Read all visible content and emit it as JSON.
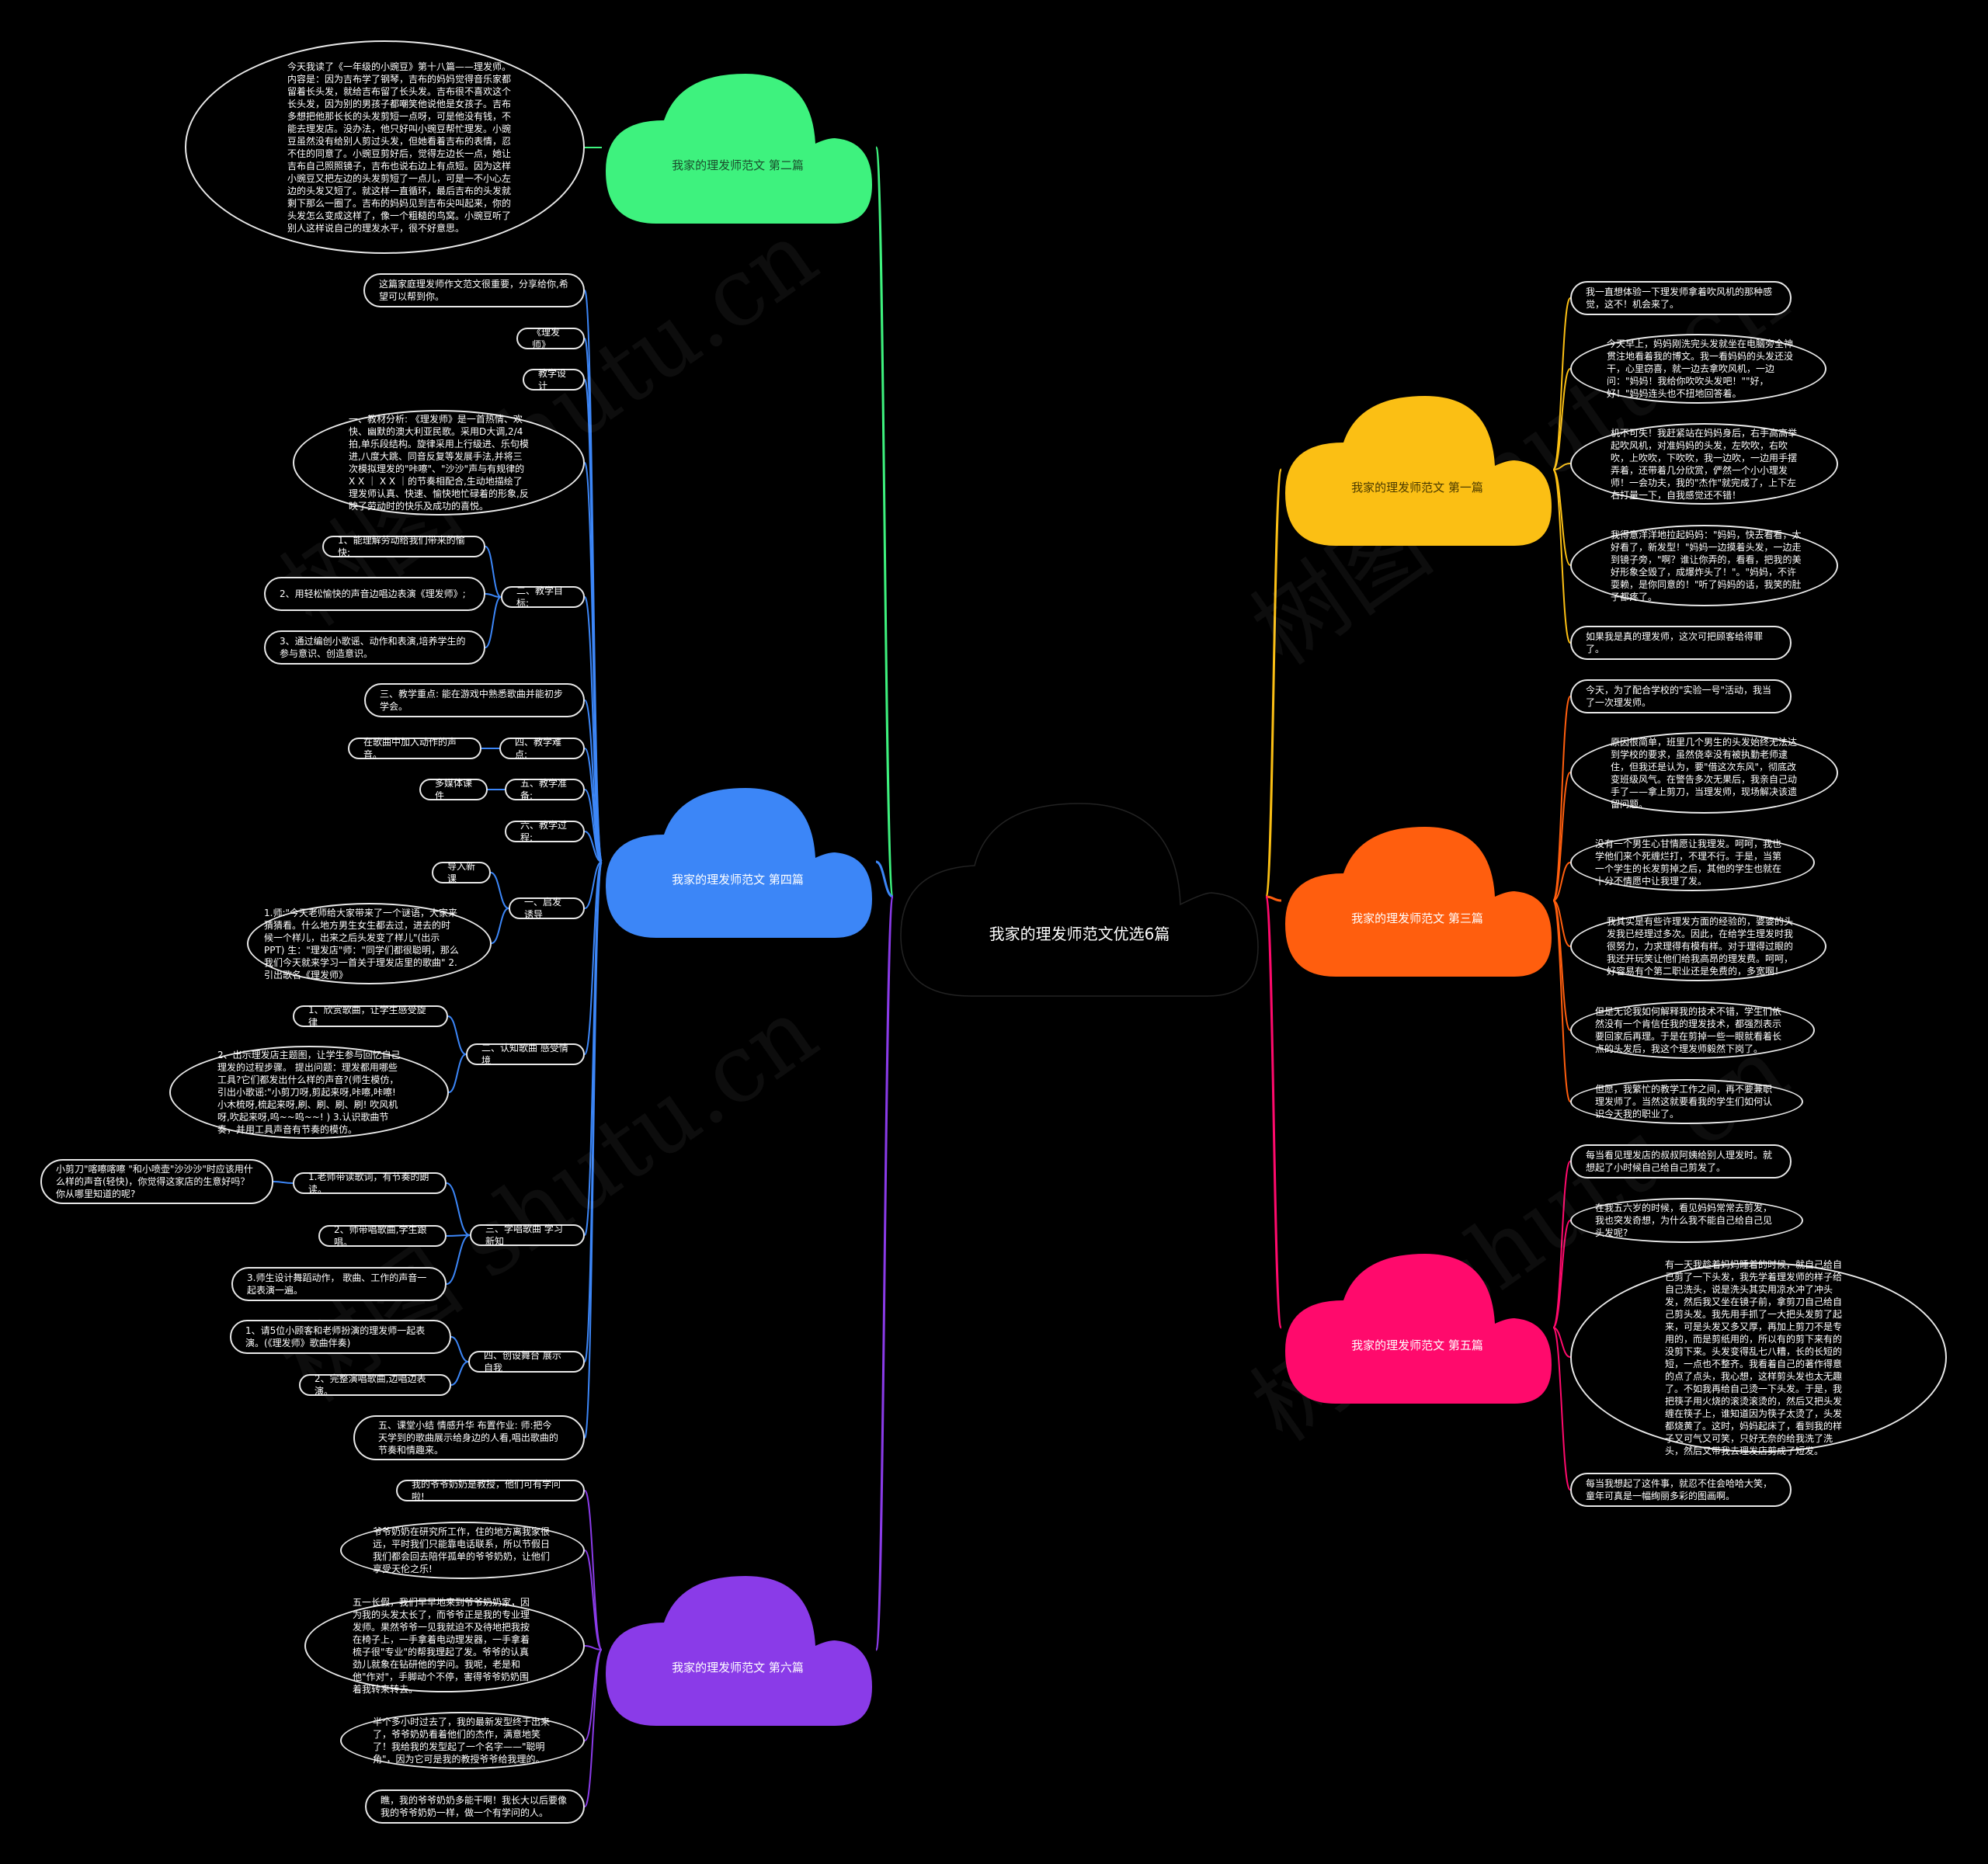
{
  "title": "我家的理发师范文优选6篇",
  "watermark": "树图 shutu.cn",
  "colors": {
    "background": "#000000",
    "branch1": "#fbbf14",
    "branch2": "#3ef27e",
    "branch3": "#ff5e0e",
    "branch4": "#3c86f7",
    "branch5": "#ff0a6c",
    "branch6": "#8a3be8",
    "node_border": "#e8e8e8"
  },
  "branches": {
    "b1": {
      "label": "我家的理发师范文 第一篇",
      "items": [
        "我一直想体验一下理发师拿着吹风机的那种感觉，这不！机会来了。",
        "今天早上，妈妈刚洗完头发就坐在电脑旁全神贯注地看着我的博文。我一看妈妈的头发还没干，心里窃喜，就一边去拿吹风机，一边问：\"妈妈！我给你吹吹头发吧！\"\"好，好！\"妈妈连头也不扭地回答着。",
        "机不可失！我赶紧站在妈妈身后，右手高高举起吹风机，对准妈妈的头发，左吹吹，右吹吹，上吹吹，下吹吹，我一边吹，一边用手摆弄着，还带着几分欣赏，俨然一个小小理发师！一会功夫，我的\"杰作\"就完成了，上下左右打量一下，自我感觉还不错！",
        "我得意洋洋地拉起妈妈：\"妈妈，快去看看，太好看了，新发型！\"妈妈一边摸着头发，一边走到镜子旁，\"啊？谁让你弄的，看看，把我的美好形象全毁了，成爆炸头了！\"。\"妈妈，不许耍赖，是你同意的！\"听了妈妈的话，我笑的肚子都疼了。",
        "如果我是真的理发师，这次可把顾客给得罪了。"
      ]
    },
    "b2": {
      "label": "我家的理发师范文 第二篇",
      "items": [
        "今天我读了《一年级的小豌豆》第十八篇——理发师。内容是：因为吉布学了钢琴，吉布的妈妈觉得音乐家都留着长头发，就给吉布留了长头发。吉布很不喜欢这个长头发，因为别的男孩子都嘲笑他说他是女孩子。吉布多想把他那长长的头发剪短一点呀，可是他没有钱，不能去理发店。没办法，他只好叫小豌豆帮忙理发。小豌豆虽然没有给别人剪过头发，但她看着吉布的表情，忍不住的同意了。小豌豆剪好后，觉得左边长一点，她让吉布自己照照镜子，吉布也说右边上有点短。因为这样小豌豆又把左边的头发剪短了一点儿，可是一不小心左边的头发又短了。就这样一直循环，最后吉布的头发就剩下那么一圈了。吉布的妈妈见到吉布尖叫起来，你的头发怎么变成这样了，像一个粗糙的鸟窝。小豌豆听了别人这样说自己的理发水平，很不好意思。"
      ]
    },
    "b3": {
      "label": "我家的理发师范文 第三篇",
      "items": [
        "今天，为了配合学校的\"实验一号\"活动，我当了一次理发师。",
        "原因很简单，班里几个男生的头发始终无法达到学校的要求，虽然侥幸没有被执勤老师逮住，但我还是认为，要\"借这次东风\"，彻底改变班级风气。在警告多次无果后，我亲自己动手了——拿上剪刀，当理发师，现场解决该遗留问题。",
        "没有一个男生心甘情愿让我理发。呵呵，我也学他们来个死缠烂打，不理不行。于是，当第一个学生的长发剪掉之后，其他的学生也就在十分不情愿中让我理了发。",
        "我其实是有些许理发方面的经验的，婆婆的头发我已经理过多次。因此，在给学生理发时我很努力，力求理得有模有样。对于理得过眼的我还开玩笑让他们给我高昂的理发费。呵呵，好容易有个第二职业还是免费的，多宽啊！",
        "但是无论我如何解释我的技术不错，学生们依然没有一个肯信任我的理发技术，都强烈表示要回家后再理。于是在剪掉一些一眼就看着长点的头发后，我这个理发师毅然下岗了。",
        "但愿，我繁忙的教学工作之间，再不要兼职理发师了。当然这就要看我的学生们如何认识今天我的职业了。"
      ]
    },
    "b4": {
      "label": "我家的理发师范文 第四篇",
      "intro": "这篇家庭理发师作文范文很重要，分享给你,希望可以帮到你。",
      "song": "《理发师》",
      "design": "教学设计",
      "analysis": "一、教材分析: 《理发师》是一首热情、欢快、幽默的澳大利亚民歌。采用D大调,2/4拍,单乐段结构。旋律采用上行级进、乐句模进,八度大跳、同音反复等发展手法,并将三次模拟理发的\"咔嚓\"、\"沙沙\"声与有规律的X X ｜ X X ｜的节奏相配合,生动地描绘了理发师认真、快速、愉快地忙碌着的形象,反映了劳动时的快乐及成功的喜悦。",
      "goals": {
        "label": "二、教学目标:",
        "items": [
          "1、能理解劳动给我们带来的愉快;",
          "2、用轻松愉快的声音边唱边表演《理发师》;",
          "3、通过编创小歌谣、动作和表演,培养学生的参与意识、创造意识。"
        ]
      },
      "keypoint": "三、教学重点: 能在游戏中熟悉歌曲并能初步学会。",
      "difficulty": {
        "label": "四、教学难点:",
        "item": "在歌曲中加入动作的声音。"
      },
      "prep": {
        "label": "五、教学准备:",
        "item": "多媒体课件"
      },
      "process": "六、教学过程:",
      "step1": {
        "label": "一、启发诱导",
        "items": [
          "导入新课",
          "1.师:\"今天老师给大家带来了一个谜语，大家来猜猜看。什么地方男生女生都去过，进去的时候一个样儿，出来之后头发变了样儿\"(出示PPT) 生：\"理发店\"师：\"同学们都很聪明，那么我们今天就来学习一首关于理发店里的歌曲\" 2.引出歌名《理发师》"
        ]
      },
      "step2": {
        "label": "二、认知歌曲 感受情境",
        "items": [
          "1、欣赏歌曲，让学生感受旋律",
          "2、出示理发店主题图，让学生参与回忆自己理发的过程步骤。 提出问题：理发都用哪些工具?它们都发出什么样的声音?(师生模仿，引出小歌谣:\"小剪刀呀,剪起来呀,咔嚓,咔嚓! 小木梳呀,梳起来呀,刷、刷、刷、刷! 吹风机呀,吹起来呀,呜~~呜~~! ) 3.认识歌曲节奏，并用工具声音有节奏的模仿。"
        ]
      },
      "step3": {
        "label": "三、学唱歌曲 学习新知",
        "items": [
          "1.老师带读歌词，有节奏的朗读。",
          "2、师带唱歌曲,学生跟唱。",
          "3.师生设计舞蹈动作， 歌曲、工作的声音一起表演一遍。"
        ],
        "sub": "小剪刀\"喀嚓喀嚓 \"和小喷壶\"沙沙沙\"时应该用什么样的声音(轻快)，你觉得这家店的生意好吗？你从哪里知道的呢?"
      },
      "step4": {
        "label": "四、创设舞台 展示自我",
        "items": [
          "1、请5位小顾客和老师扮演的理发师一起表演。(《理发师》歌曲伴奏)",
          "2、完整演唱歌曲,边唱边表演。"
        ]
      },
      "summary": "五、课堂小结 情感升华 布置作业: 师:把今天学到的歌曲展示给身边的人看,唱出歌曲的节奏和情趣来。"
    },
    "b5": {
      "label": "我家的理发师范文 第五篇",
      "items": [
        "每当看见理发店的叔叔阿姨给别人理发时。就想起了小时候自己给自己剪发了。",
        "在我五六岁的时候，看见妈妈常常去剪发，我也突发奇想，为什么我不能自己给自己见头发呢?",
        "有一天我趁着妈妈睡着的时候，就自己给自己剪了一下头发，我先学着理发师的样子给自己洗头，说是洗头其实用凉水冲了冲头发，然后我又坐在镜子前，拿剪刀自己给自己剪头发。我先用手抓了一大把头发剪了起来，可是头发又多又厚，再加上剪刀不是专用的，而是剪纸用的，所以有的剪下来有的没剪下来。头发变得乱七八糟，长的长短的短，一点也不整齐。我看着自己的著作得意的点了点头，我心想，这样剪头发也太无趣了。不如我再给自己烫一下头发。于是，我把筷子用火烧的滚烫滚烫的，然后又把头发缠在筷子上，谁知道因为筷子太烫了，头发都烧黄了。这时，妈妈起床了，看到我的样子又可气又可笑，只好无奈的给我洗了洗头，然后又带我去理发店剪成了短发。",
        "每当我想起了这件事，就忍不住会哈哈大笑，童年可真是一幅绚丽多彩的图画啊。"
      ]
    },
    "b6": {
      "label": "我家的理发师范文 第六篇",
      "items": [
        "我的爷爷奶奶是教授，他们可有学问啦!",
        "爷爷奶奶在研究所工作，住的地方离我家很远，平时我们只能靠电话联系，所以节假日我们都会回去陪伴孤单的爷爷奶奶，让他们享受天伦之乐!",
        "五一长假，我们早早地来到爷爷奶奶家，因为我的头发太长了，而爷爷正是我的专业理发师。果然爷爷一见我就迫不及待地把我按在椅子上，一手拿着电动理发器，一手拿着梳子很\"专业\"的帮我理起了发。爷爷的认真劲儿就象在钻研他的学问。我呢，老是和他\"作对\"，手脚动个不停，害得爷爷奶奶围着我转来转去。",
        "半个多小时过去了，我的最新发型终于出来了，爷爷奶奶看着他们的杰作，满意地笑了！我给我的发型起了一个名字——\"聪明角\"，因为它可是我的教授爷爷给我理的。",
        "瞧，我的爷爷奶奶多能干啊！我长大以后要像我的爷爷奶奶一样，做一个有学问的人。"
      ]
    }
  }
}
